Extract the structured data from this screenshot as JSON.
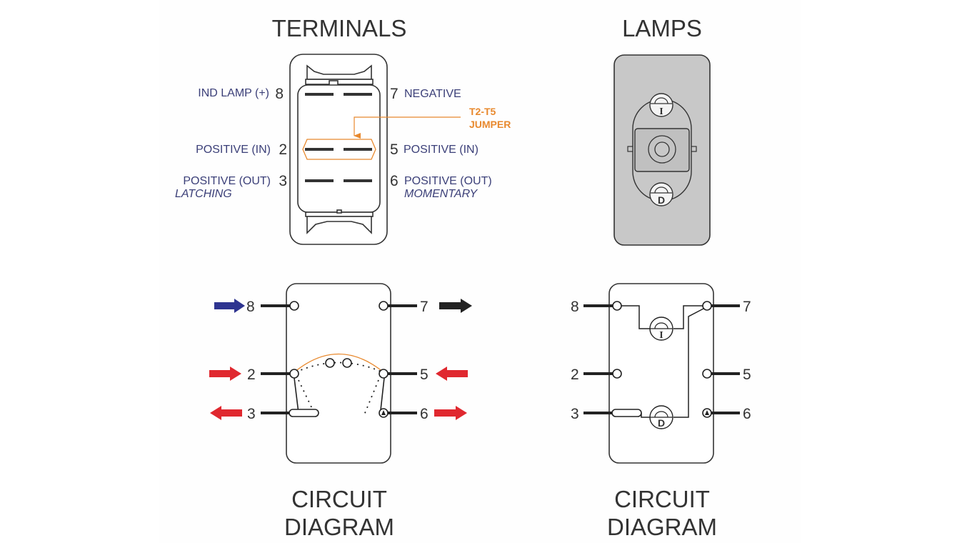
{
  "titles": {
    "terminals": "TERMINALS",
    "lamps": "LAMPS",
    "circuit_left_line1": "CIRCUIT",
    "circuit_left_line2": "DIAGRAM",
    "circuit_right_line1": "CIRCUIT",
    "circuit_right_line2": "DIAGRAM"
  },
  "terminals": {
    "left": [
      {
        "number": "8",
        "label": "IND LAMP (+)",
        "sublabel": ""
      },
      {
        "number": "2",
        "label": "POSITIVE (IN)",
        "sublabel": ""
      },
      {
        "number": "3",
        "label": "POSITIVE (OUT)",
        "sublabel": "LATCHING"
      }
    ],
    "right": [
      {
        "number": "7",
        "label": "NEGATIVE",
        "sublabel": ""
      },
      {
        "number": "5",
        "label": "POSITIVE (IN)",
        "sublabel": ""
      },
      {
        "number": "6",
        "label": "POSITIVE (OUT)",
        "sublabel": "MOMENTARY"
      }
    ],
    "jumper_line1": "T2-T5",
    "jumper_line2": "JUMPER"
  },
  "lamps": {
    "upper": "I",
    "lower": "D"
  },
  "circuit_left": {
    "pins": [
      "8",
      "7",
      "2",
      "5",
      "3",
      "6"
    ],
    "arrows": {
      "8": "in",
      "7": "out",
      "2": "in",
      "5": "in",
      "3": "out",
      "6": "out"
    }
  },
  "circuit_right": {
    "pins": [
      "8",
      "7",
      "2",
      "5",
      "3",
      "6"
    ],
    "upper_lamp": "I",
    "lower_lamp": "D"
  },
  "colors": {
    "label_blue": "#3b3f78",
    "jumper_orange": "#e8892e",
    "arrow_blue": "#2e3490",
    "arrow_red": "#e0282f",
    "arrow_black": "#222222",
    "lamp_body_gray": "#c8c8c8"
  }
}
